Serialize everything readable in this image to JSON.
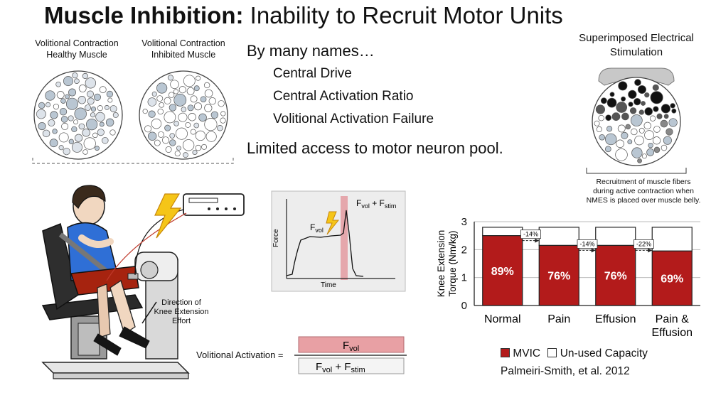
{
  "title": {
    "bold": "Muscle Inhibition:",
    "rest": "Inability to Recruit Motor Units"
  },
  "healthy_label": [
    "Volitional Contraction",
    "Healthy Muscle"
  ],
  "inhibited_label": [
    "Volitional Contraction",
    "Inhibited Muscle"
  ],
  "names_heading": "By many names…",
  "names": [
    "Central Drive",
    "Central Activation Ratio",
    "Volitional Activation Failure"
  ],
  "limited_access": "Limited access to motor neuron pool.",
  "stim_label": [
    "Superimposed Electrical",
    "Stimulation"
  ],
  "recruitment_note": [
    "Recruitment of muscle fibers",
    "during active contraction when",
    "NMES is placed over muscle belly."
  ],
  "knee_direction": [
    "Direction of",
    "Knee Extension",
    "Effort"
  ],
  "force_trace": {
    "ylabel": "Force",
    "xlabel": "Time",
    "fvol": "F",
    "fvol_sub": "vol",
    "stim_label": "F",
    "stim_label_sub1": "vol",
    "stim_plus": " + F",
    "stim_label_sub2": "stim"
  },
  "formula": {
    "lhs": "Volitional Activation =",
    "num": "F",
    "num_sub": "vol",
    "den": "F",
    "den_sub1": "vol",
    "den_plus": " + F",
    "den_sub2": "stim"
  },
  "chart_data": {
    "type": "bar",
    "stacked": true,
    "ylabel": "Knee Extension\nTorque (Nm/kg)",
    "ylim": [
      0,
      3
    ],
    "yticks": [
      0,
      1,
      2,
      3
    ],
    "grid": true,
    "categories": [
      "Normal",
      "Pain",
      "Effusion",
      "Pain &\nEffusion"
    ],
    "series": [
      {
        "name": "MVIC",
        "values": [
          2.5,
          2.15,
          2.15,
          1.95
        ],
        "color": "#b31b1b"
      },
      {
        "name": "Un-used Capacity",
        "values": [
          0.3,
          0.65,
          0.65,
          0.85
        ],
        "color": "#ffffff"
      }
    ],
    "bar_labels": [
      "89%",
      "76%",
      "76%",
      "69%"
    ],
    "change_labels": [
      "-14%",
      "-14%",
      "-22%"
    ],
    "legend_position": "bottom"
  },
  "citation": "Palmeiri-Smith, et al. 2012",
  "colors": {
    "accent_red": "#b31b1b",
    "stim_pink": "#e8a0a4",
    "bolt_yellow": "#f5c518"
  }
}
